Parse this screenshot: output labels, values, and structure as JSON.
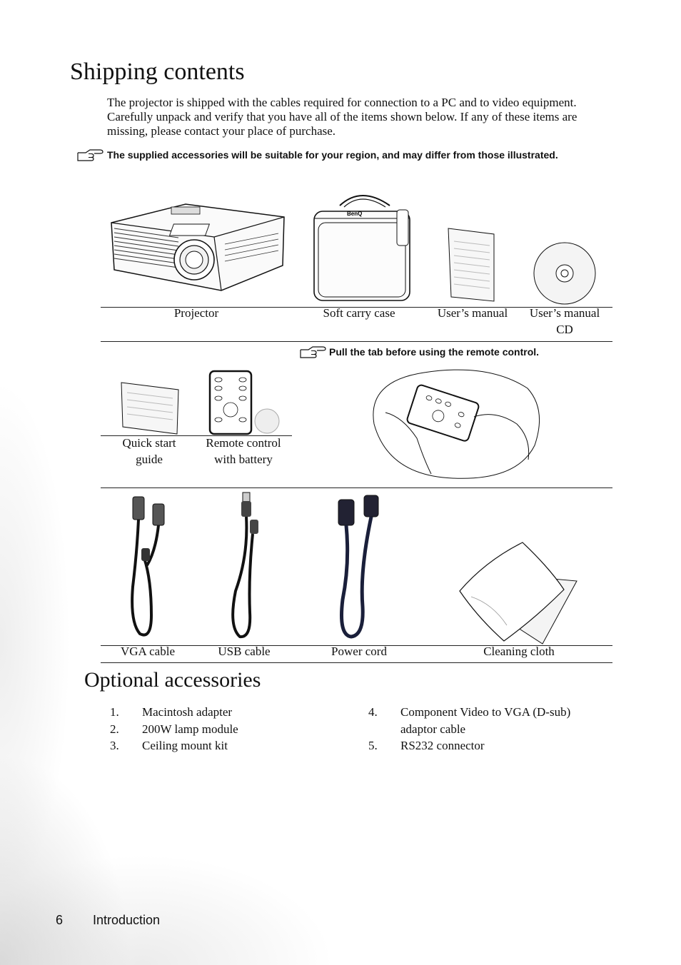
{
  "page": {
    "title": "Shipping contents",
    "intro": "The projector is shipped with the cables required for connection to a PC and to video equipment. Carefully unpack and verify that you have all of the items shown below. If any of these items are missing, please contact your place of purchase.",
    "note_accessories": "The supplied accessories will be suitable for your region, and may differ from those illustrated.",
    "note_remote": "Pull the tab before using the remote control."
  },
  "items": {
    "projector": "Projector",
    "carry_case": "Soft carry case",
    "manual": "User’s manual",
    "manual_cd_line1": "User’s manual",
    "manual_cd_line2": "CD",
    "quick_start_line1": "Quick start",
    "quick_start_line2": "guide",
    "remote_line1": "Remote control",
    "remote_line2": "with battery",
    "vga_cable": "VGA cable",
    "usb_cable": "USB cable",
    "power_cord": "Power cord",
    "cleaning_cloth": "Cleaning cloth"
  },
  "optional": {
    "title": "Optional accessories",
    "left": [
      {
        "num": "1.",
        "text": "Macintosh adapter"
      },
      {
        "num": "2.",
        "text": "200W lamp module"
      },
      {
        "num": "3.",
        "text": "Ceiling mount kit"
      }
    ],
    "right": [
      {
        "num": "4.",
        "text": "Component Video to VGA (D-sub)"
      },
      {
        "num": "",
        "text": "adaptor cable"
      },
      {
        "num": "5.",
        "text": "RS232 connector"
      }
    ]
  },
  "footer": {
    "page_number": "6",
    "section": "Introduction"
  },
  "icons": {
    "note": "pointing-hand-icon"
  }
}
